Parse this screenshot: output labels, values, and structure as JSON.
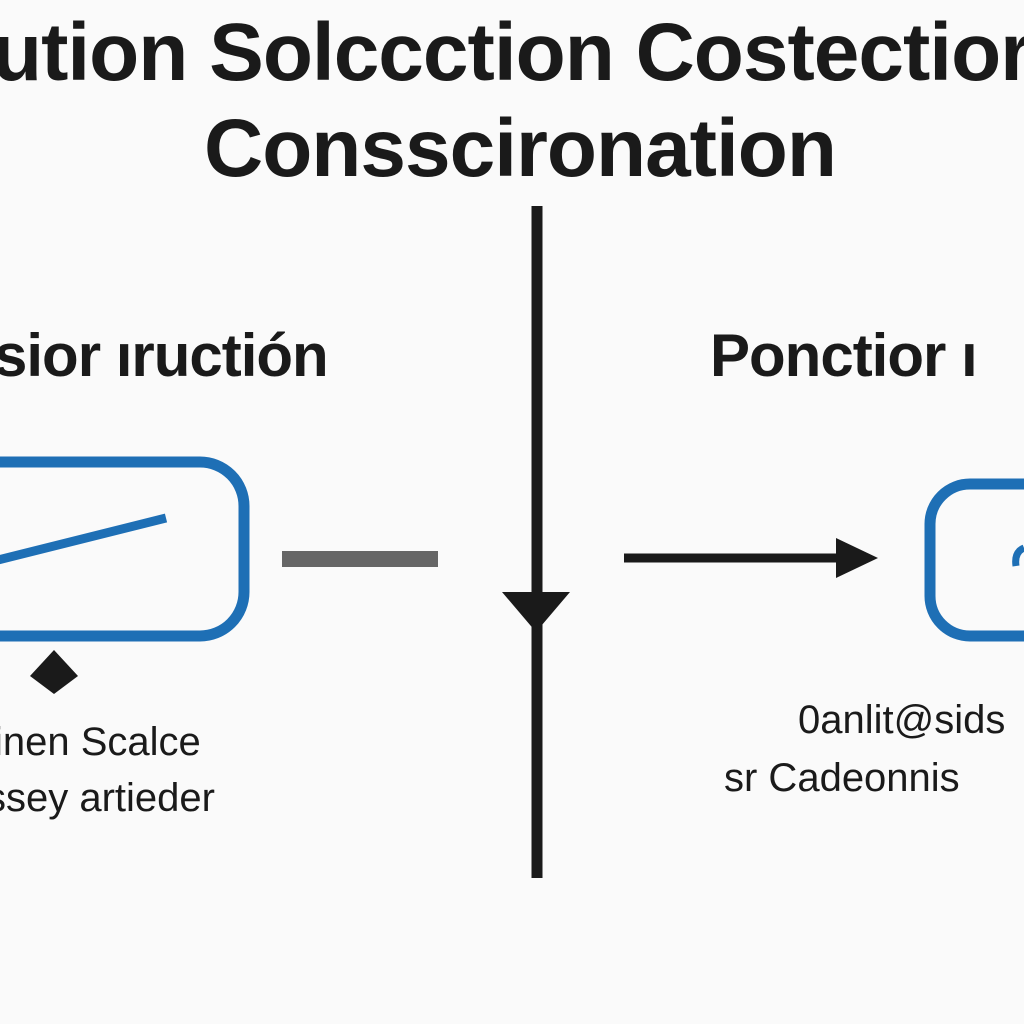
{
  "diagram": {
    "title": {
      "line1": "ution Solccction Costectior",
      "line2": "Consscironation"
    },
    "left": {
      "heading": "sior ıructión",
      "caption_line1": "inen Scalce",
      "caption_line2": "ssey artieder"
    },
    "right": {
      "heading": "Ponctior ı",
      "caption_line1": "0anlit@sids",
      "caption_line2": "sr Cadeonnis"
    },
    "colors": {
      "accent": "#1e6fb5",
      "ink": "#1a1a1a",
      "connector": "#666666",
      "background": "#fafafa"
    }
  }
}
